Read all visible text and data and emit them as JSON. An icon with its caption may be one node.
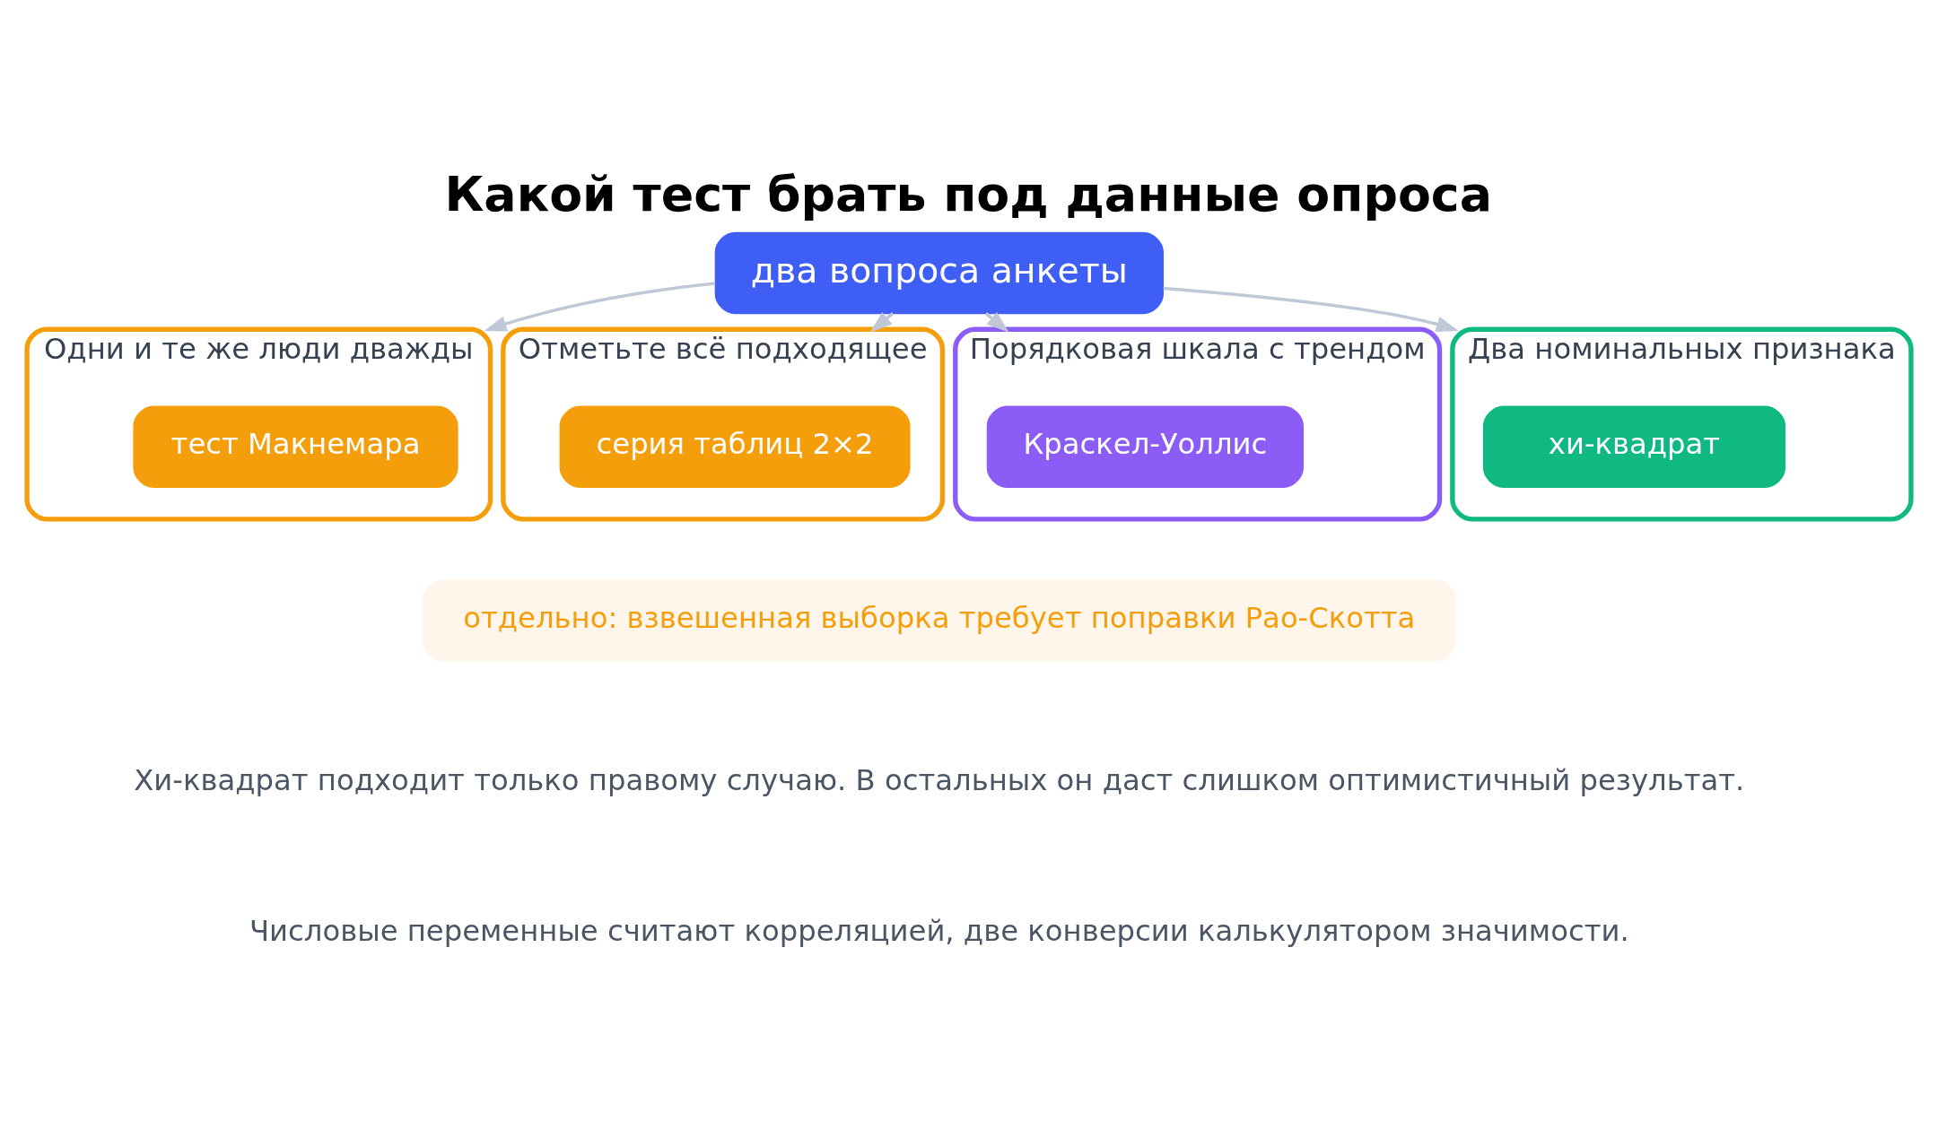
{
  "diagram": {
    "title": "Какой тест брать под данные опроса",
    "nodes": [
      {
        "text": [
          "два вопроса анкеты"
        ]
      },
      {
        "text": [
          "Одни и те же люди дважды"
        ]
      },
      {
        "text": [
          "тест Макнемара"
        ],
        "in": 1
      },
      {
        "text": [
          "Отметьте всё подходящее"
        ]
      },
      {
        "text": [
          "серия таблиц 2×2"
        ],
        "in": 3
      },
      {
        "text": [
          "Порядковая шкала с трендом"
        ]
      },
      {
        "text": [
          "Краскел-Уоллис"
        ],
        "in": 5
      },
      {
        "text": [
          "Два номинальных признака"
        ]
      },
      {
        "text": [
          "хи-квадрат"
        ],
        "in": 7
      },
      {
        "text": [
          "отдельно: взвешенная выборка требует поправки Рао-Скотта"
        ]
      }
    ],
    "edges": [
      {
        "from": 0,
        "to": 1,
        "arrow": "to"
      },
      {
        "from": 0,
        "to": 3,
        "arrow": "to"
      },
      {
        "from": 0,
        "to": 5,
        "arrow": "to"
      },
      {
        "from": 0,
        "to": 7,
        "arrow": "to"
      }
    ],
    "labels": [
      "Хи-квадрат подходит только правому случаю. В остальных он даст слишком оптимистичный результат.",
      "Числовые переменные считают корреляцией, две конверсии калькулятором значимости."
    ]
  }
}
